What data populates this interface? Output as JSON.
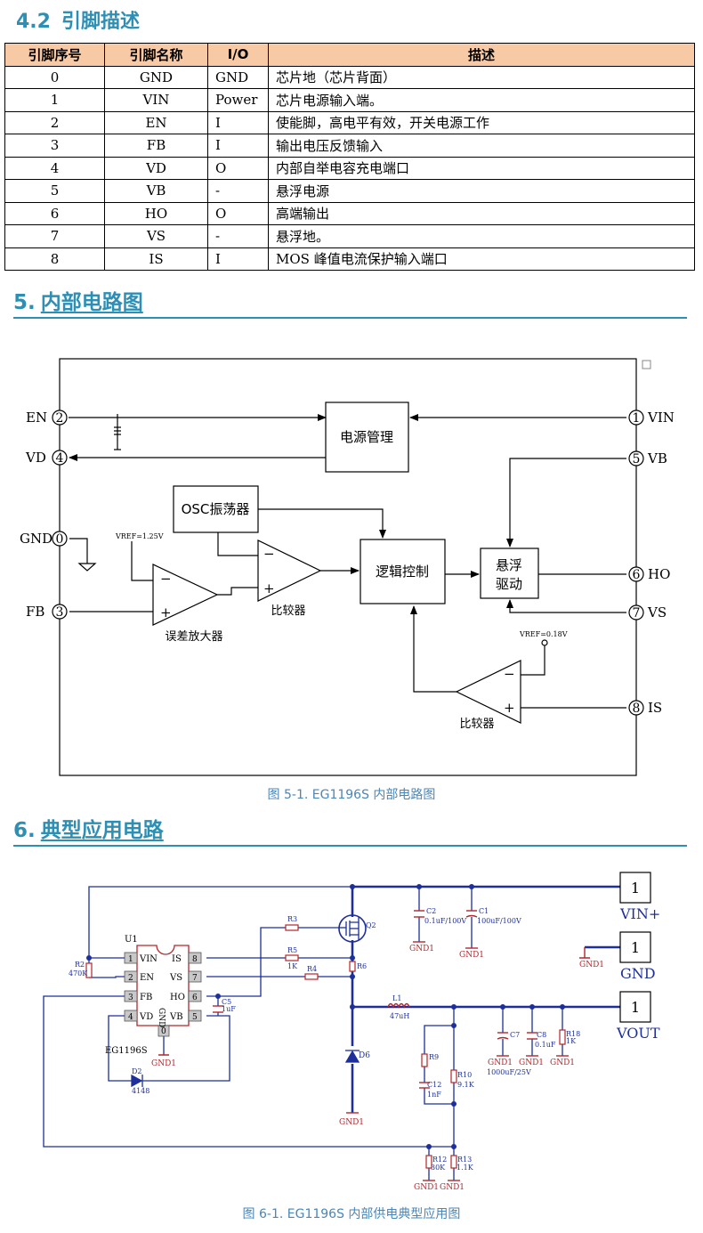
{
  "section_4_2": {
    "number": "4.2",
    "title": "引脚描述"
  },
  "pin_table": {
    "headers": [
      "引脚序号",
      "引脚名称",
      "I/O",
      "描述"
    ],
    "rows": [
      [
        "0",
        "GND",
        "GND",
        "芯片地（芯片背面）"
      ],
      [
        "1",
        "VIN",
        "Power",
        "芯片电源输入端。"
      ],
      [
        "2",
        "EN",
        "I",
        "使能脚，高电平有效，开关电源工作"
      ],
      [
        "3",
        "FB",
        "I",
        "输出电压反馈输入"
      ],
      [
        "4",
        "VD",
        "O",
        "内部自举电容充电端口"
      ],
      [
        "5",
        "VB",
        "-",
        "悬浮电源"
      ],
      [
        "6",
        "HO",
        "O",
        "高端输出"
      ],
      [
        "7",
        "VS",
        "-",
        "悬浮地。"
      ],
      [
        "8",
        "IS",
        "I",
        "MOS 峰值电流保护输入端口"
      ]
    ]
  },
  "section_5": {
    "number": "5.",
    "title": "内部电路图"
  },
  "internal_diagram": {
    "pins": {
      "en": {
        "num": "2",
        "name": "EN"
      },
      "vd": {
        "num": "4",
        "name": "VD"
      },
      "gnd": {
        "num": "0",
        "name": "GND"
      },
      "fb": {
        "num": "3",
        "name": "FB"
      },
      "vin": {
        "num": "1",
        "name": "VIN"
      },
      "vb": {
        "num": "5",
        "name": "VB"
      },
      "ho": {
        "num": "6",
        "name": "HO"
      },
      "vs": {
        "num": "7",
        "name": "VS"
      },
      "is": {
        "num": "8",
        "name": "IS"
      }
    },
    "blocks": {
      "power_mgmt": "电源管理",
      "osc": "OSC振荡器",
      "logic": "逻辑控制",
      "driver_line1": "悬浮",
      "driver_line2": "驱动",
      "error_amp": "误差放大器",
      "comparator1": "比较器",
      "comparator2": "比较器"
    },
    "vref1": "VREF=1.25V",
    "vref2": "VREF=0.18V",
    "minus": "−",
    "plus": "+"
  },
  "figure_5_1_caption": "图 5-1. EG1196S 内部电路图",
  "section_6": {
    "number": "6.",
    "title": "典型应用电路"
  },
  "app_circuit": {
    "ic": {
      "ref": "U1",
      "part": "EG1196S",
      "left_pins": [
        {
          "num": "1",
          "name": "VIN"
        },
        {
          "num": "2",
          "name": "EN"
        },
        {
          "num": "3",
          "name": "FB"
        },
        {
          "num": "4",
          "name": "VD"
        }
      ],
      "right_pins": [
        {
          "num": "8",
          "name": "IS"
        },
        {
          "num": "7",
          "name": "VS"
        },
        {
          "num": "6",
          "name": "HO"
        },
        {
          "num": "5",
          "name": "VB"
        }
      ],
      "bottom_pin": {
        "num": "0",
        "name": "GND"
      }
    },
    "components": {
      "r2": "R2",
      "r2_val": "470K",
      "r3": "R3",
      "q2": "Q2",
      "r5": "R5",
      "r5_val": "1K",
      "r4": "R4",
      "r6": "R6",
      "c5": "C5",
      "c5_val": "1uF",
      "d2": "D2",
      "d2_val": "4148",
      "c2": "C2",
      "c2_val": "0.1uF/100V",
      "c1": "C1",
      "c1_val": "100uF/100V",
      "l1": "L1",
      "l1_val": "47uH",
      "d6": "D6",
      "r9": "R9",
      "c12": "C12",
      "c12_val": "1nF",
      "r10": "R10",
      "r10_val": "9.1K",
      "c7": "C7",
      "c7_val": "1000uF/25V",
      "c8": "C8",
      "c8_val": "0.1uF",
      "r18": "R18",
      "r18_val": "1K",
      "r12": "R12",
      "r12_val": "30K",
      "r13": "R13",
      "r13_val": "1.1K"
    },
    "gnd_label": "GND1",
    "connectors": {
      "vin": {
        "num": "1",
        "label": "VIN+"
      },
      "gnd": {
        "num": "1",
        "label": "GND"
      },
      "vout": {
        "num": "1",
        "label": "VOUT"
      }
    },
    "colors": {
      "wire": "#1d2f9a",
      "component": "#b3262b",
      "label": "#1d2f9a"
    }
  },
  "figure_6_1_caption": "图 6-1. EG1196S 内部供电典型应用图"
}
